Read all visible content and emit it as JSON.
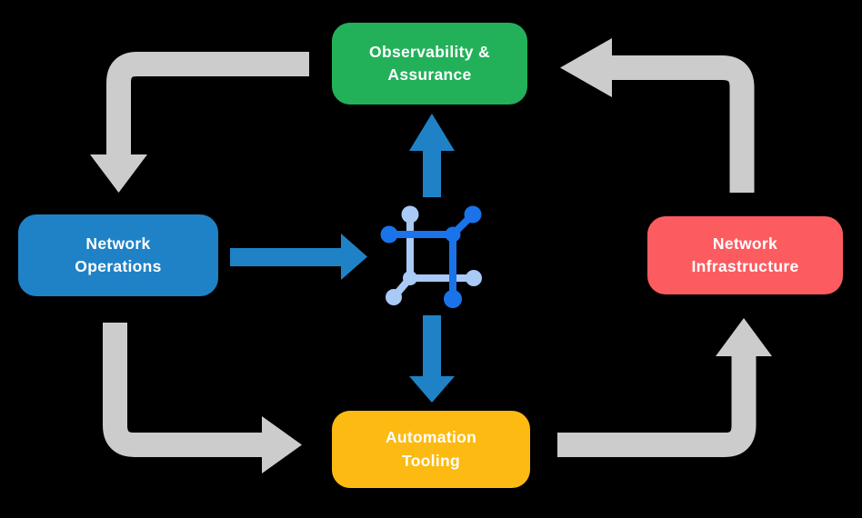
{
  "colors": {
    "background": "#000000",
    "green": "#22B159",
    "blue": "#1F82C6",
    "red": "#FC5C60",
    "yellow": "#FCBA12",
    "gray_arrow": "#CCCCCC",
    "icon_dark_blue": "#1A73E8",
    "icon_light_blue": "#A9C9F7",
    "label_text": "#FFFFFF"
  },
  "nodes": {
    "observability": {
      "label": "Observability &\nAssurance"
    },
    "operations": {
      "label": "Network\nOperations"
    },
    "infrastructure": {
      "label": "Network\nInfrastructure"
    },
    "automation": {
      "label": "Automation\nTooling"
    }
  },
  "icons": {
    "center": "network-mesh-icon"
  }
}
